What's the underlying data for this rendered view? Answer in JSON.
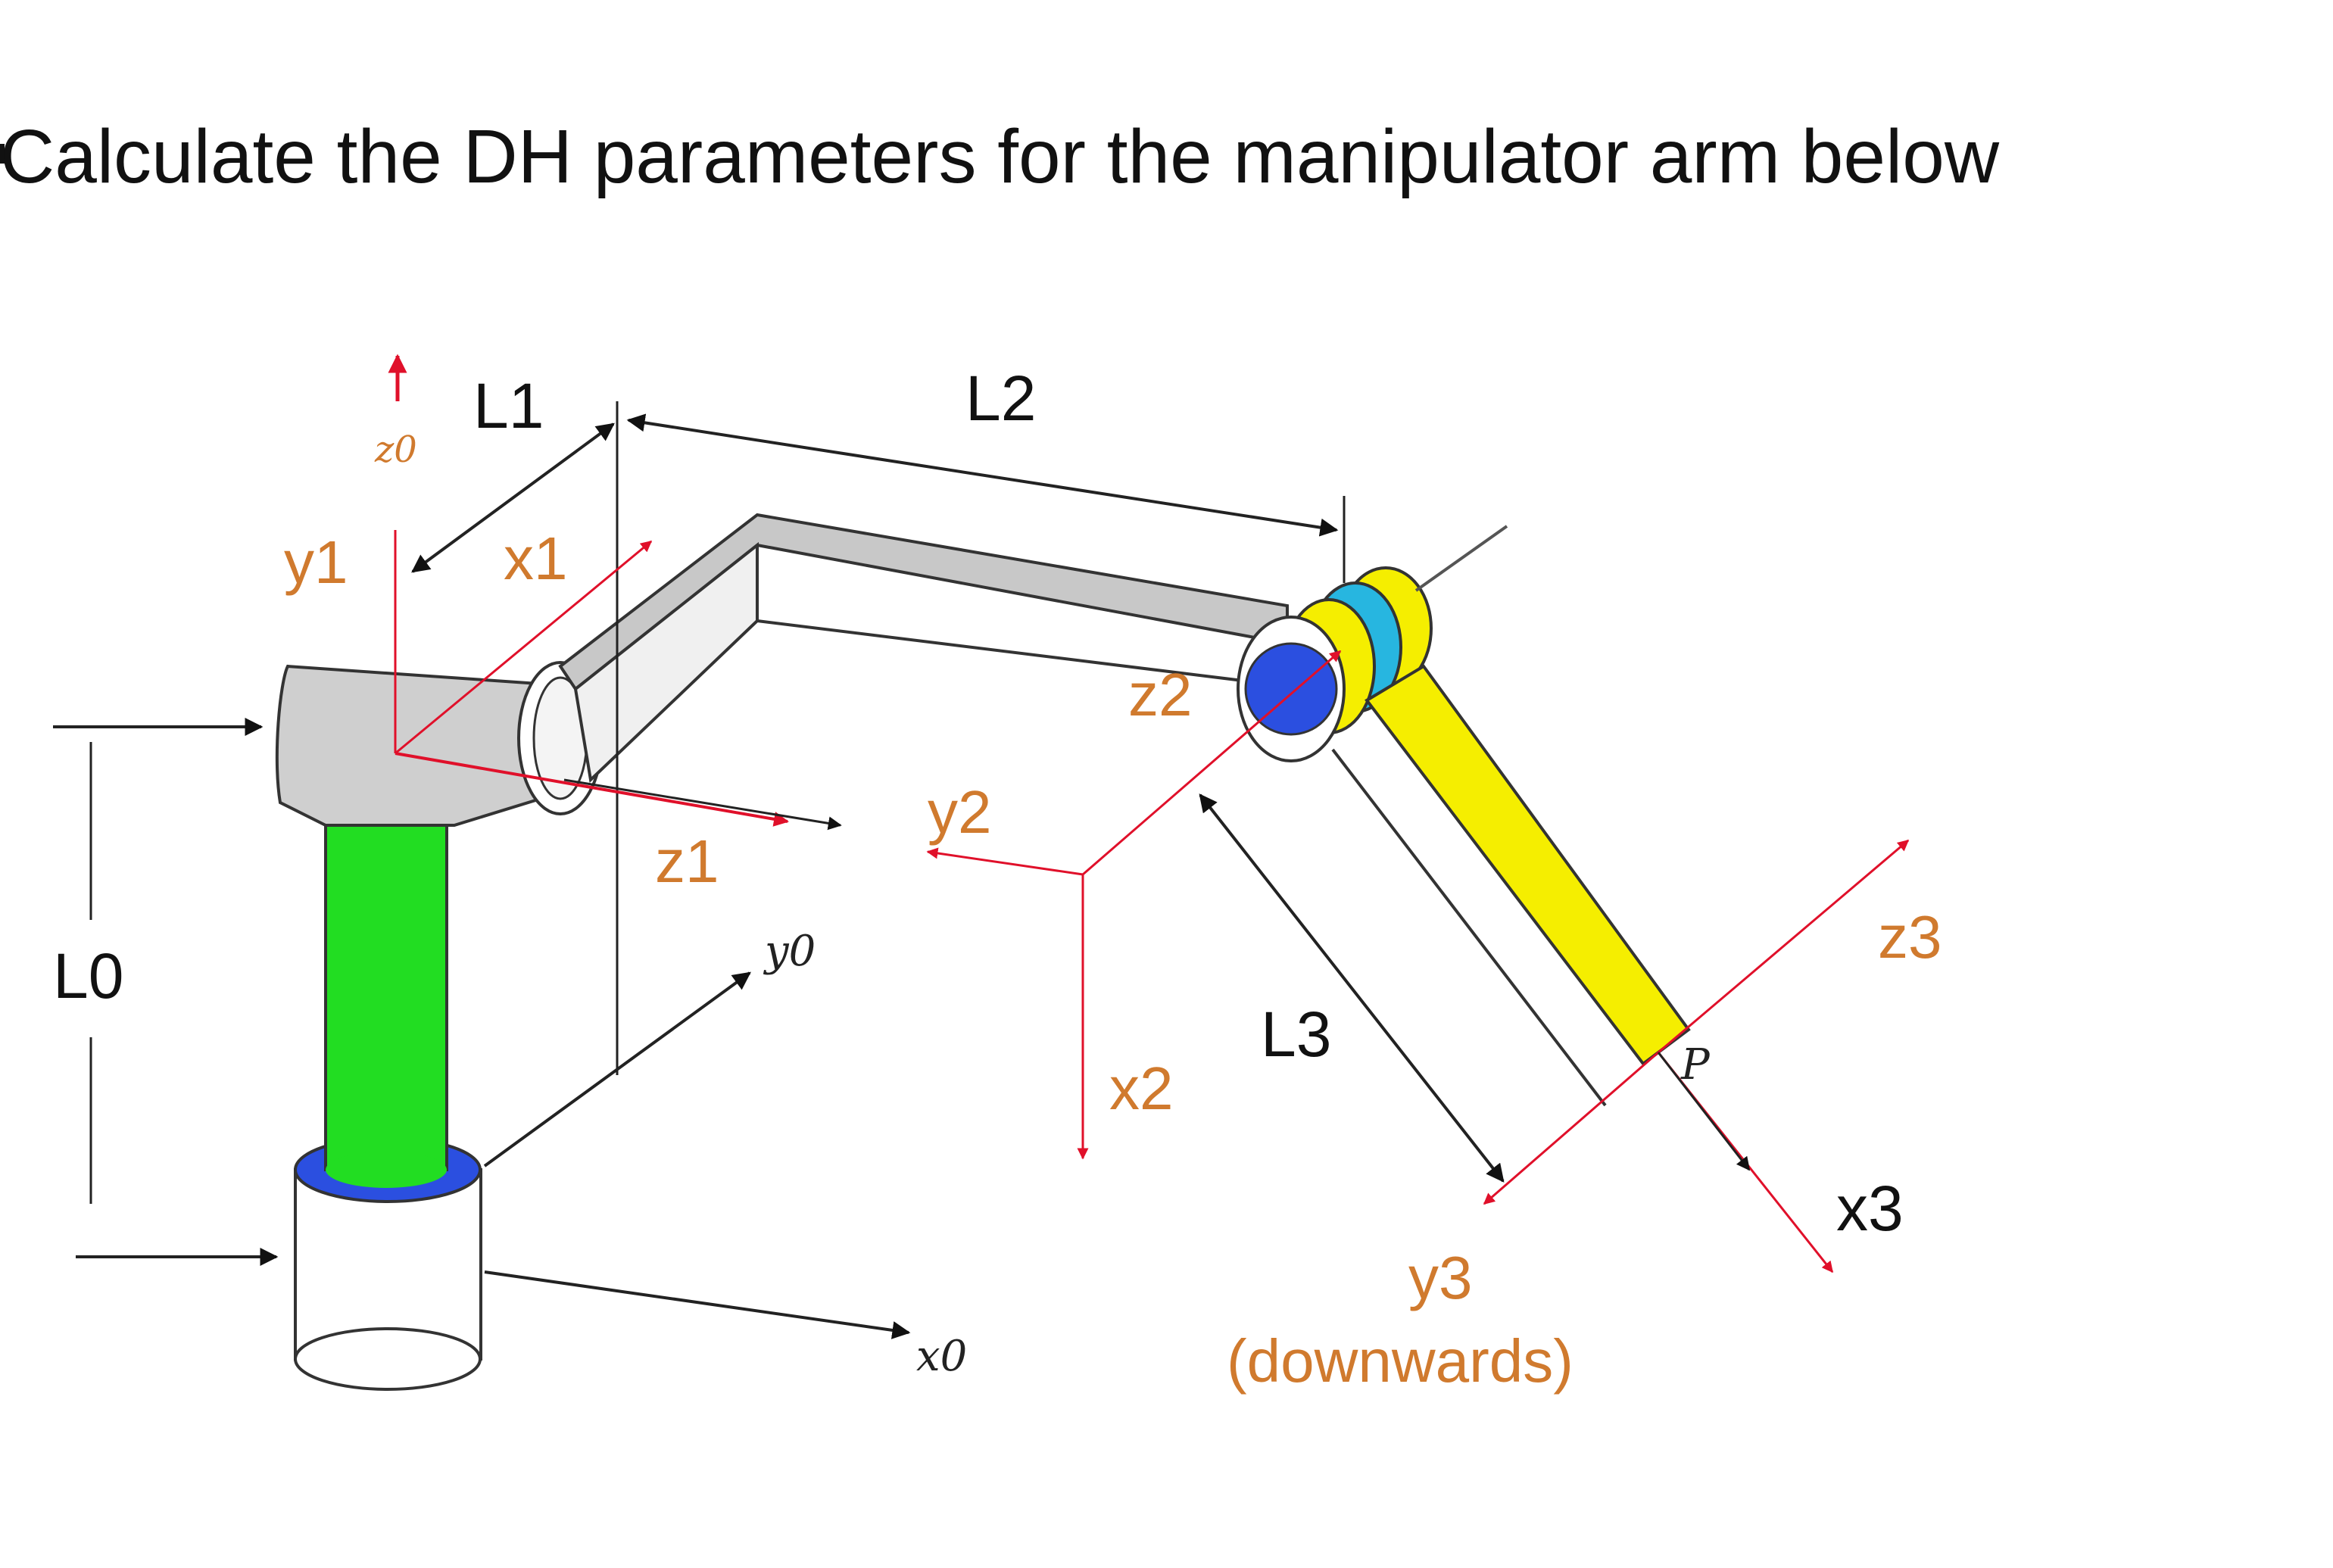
{
  "question": "Calculate the DH parameters for the manipulator arm below",
  "labels": {
    "L0": "L0",
    "L1": "L1",
    "L2": "L2",
    "L3": "L3",
    "z0": "z0",
    "y0": "y0",
    "x0": "x0",
    "x1": "x1",
    "y1": "y1",
    "z1": "z1",
    "x2": "x2",
    "y2": "y2",
    "z2": "z2",
    "x3": "x3",
    "y3": "y3",
    "z3": "z3",
    "y3_note": "(downwards)",
    "P": "P"
  },
  "colors": {
    "base_link": "#22dd22",
    "joint_ring": "#2b4fe0",
    "wrist_ring": "#27b6e0",
    "link3": "#f5ee00",
    "frame_axis": "#e0102a",
    "frame_label": "#d07a2e",
    "dimension": "#222222"
  }
}
